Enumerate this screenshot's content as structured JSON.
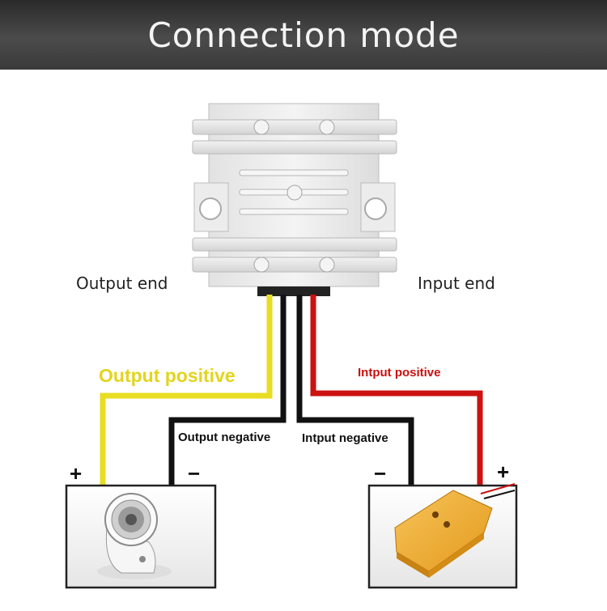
{
  "header": {
    "title": "Connection mode"
  },
  "labels": {
    "output_end": "Output end",
    "input_end": "Input end",
    "output_positive": "Output positive",
    "output_negative": "Output negative",
    "input_positive": "Intput positive",
    "input_negative": "Intput negative"
  },
  "terminals": {
    "left_plus": "+",
    "left_minus": "−",
    "right_minus": "−",
    "right_plus": "+"
  },
  "colors": {
    "yellow_wire": "#e8dd22",
    "black_wire": "#111111",
    "red_wire": "#cc1111",
    "header_bg": "#3a3a3a"
  },
  "icons": {
    "module": "dc-converter-module-icon",
    "left_device": "desk-fan-icon",
    "right_device": "battery-adapter-icon"
  }
}
